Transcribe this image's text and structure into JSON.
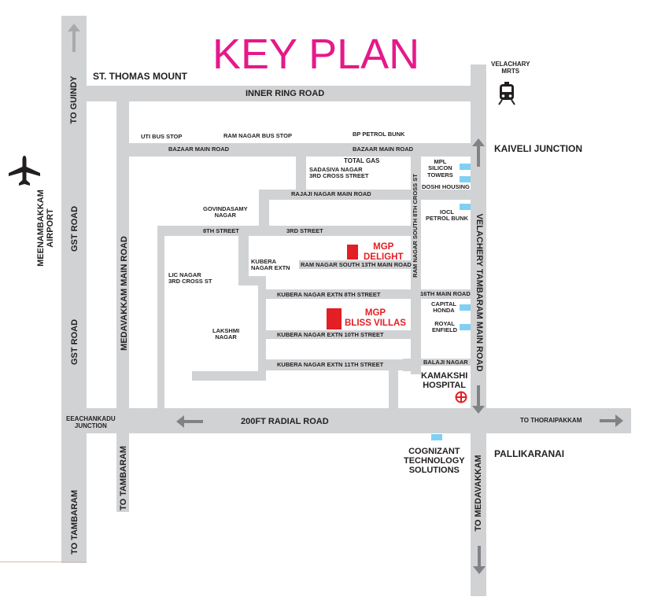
{
  "title": "KEY PLAN",
  "colors": {
    "title": "#e5198a",
    "road": "#d1d2d4",
    "marker": "#e31e24",
    "poi": "#7fd0f2",
    "arrow": "#808285"
  },
  "roads": {
    "inner_ring": "INNER RING ROAD",
    "bazaar_main_left": "BAZAAR MAIN ROAD",
    "bazaar_main_right": "BAZAAR MAIN ROAD",
    "rajaji_main": "RAJAJI NAGAR MAIN ROAD",
    "eighth_street": "8TH STREET",
    "third_street": "3RD STREET",
    "ram_nagar_13th": "RAM NAGAR SOUTH 13TH MAIN ROAD",
    "kubera_8th": "KUBERA NAGAR EXTN 8TH STREET",
    "kubera_10th": "KUBERA NAGAR EXTN 10TH STREET",
    "kubera_11th": "KUBERA NAGAR EXTN 11TH STREET",
    "sixteenth_main": "16TH MAIN ROAD",
    "balaji_nagar": "BALAJI NAGAR",
    "radial": "200FT RADIAL ROAD",
    "gst_upper": "GST ROAD",
    "gst_lower": "GST ROAD",
    "medavakkam_main": "MEDAVAKKAM MAIN ROAD",
    "ram_nagar_8th_cross": "RAM NAGAR SOUTH 8TH CROSS ST",
    "velachery_tambaram": "VELACHERY TAMBARAM MAIN ROAD"
  },
  "directions": {
    "to_guindy": "TO GUINDY",
    "to_tambaram_left": "TO TAMBARAM",
    "to_tambaram_mid": "TO TAMBARAM",
    "to_medavakkam": "TO MEDAVAKKAM",
    "to_thoraipakkam": "TO THORAIPAKKAM"
  },
  "places": {
    "st_thomas_mount": "ST. THOMAS MOUNT",
    "velachery_mrts": [
      "VELACHARY",
      "MRTS"
    ],
    "kaiveli_junction": "KAIVELI JUNCTION",
    "airport": [
      "MEENAMBAKKAM",
      "AIRPORT"
    ],
    "uti_bus_stop": "UTI BUS STOP",
    "ram_nagar_bus_stop": "RAM NAGAR BUS STOP",
    "bp_petrol_bunk": "BP PETROL BUNK",
    "total_gas": "TOTAL GAS",
    "sadasiva_nagar": [
      "SADASIVA NAGAR",
      "3RD CROSS STREET"
    ],
    "govindasamy_nagar": [
      "GOVINDASAMY",
      "NAGAR"
    ],
    "kubera_nagar_extn": [
      "KUBERA",
      "NAGAR EXTN"
    ],
    "lic_nagar": [
      "LIC NAGAR",
      "3RD CROSS ST"
    ],
    "lakshmi_nagar": [
      "LAKSHMI",
      "NAGAR"
    ],
    "mpl_silicon_towers": [
      "MPL",
      "SILICON",
      "TOWERS"
    ],
    "doshi_housing": "DOSHI HOUSING",
    "iocl_petrol_bunk": [
      "IOCL",
      "PETROL BUNK"
    ],
    "capital_honda": [
      "CAPITAL",
      "HONDA"
    ],
    "royal_enfield": [
      "ROYAL",
      "ENFIELD"
    ],
    "kamakshi_hospital": [
      "KAMAKSHI",
      "HOSPITAL"
    ],
    "eeachankadu_junction": [
      "EEACHANKADU",
      "JUNCTION"
    ],
    "cognizant": [
      "COGNIZANT",
      "TECHNOLOGY",
      "SOLUTIONS"
    ],
    "pallikaranai": "PALLIKARANAI"
  },
  "projects": {
    "mgp_delight": [
      "MGP",
      "DELIGHT"
    ],
    "mgp_bliss_villas": [
      "MGP",
      "BLISS VILLAS"
    ]
  },
  "icons": {
    "airport": "airplane-icon",
    "train": "train-icon",
    "hospital": "hospital-cross-icon",
    "arrow": "direction-arrow-icon"
  }
}
